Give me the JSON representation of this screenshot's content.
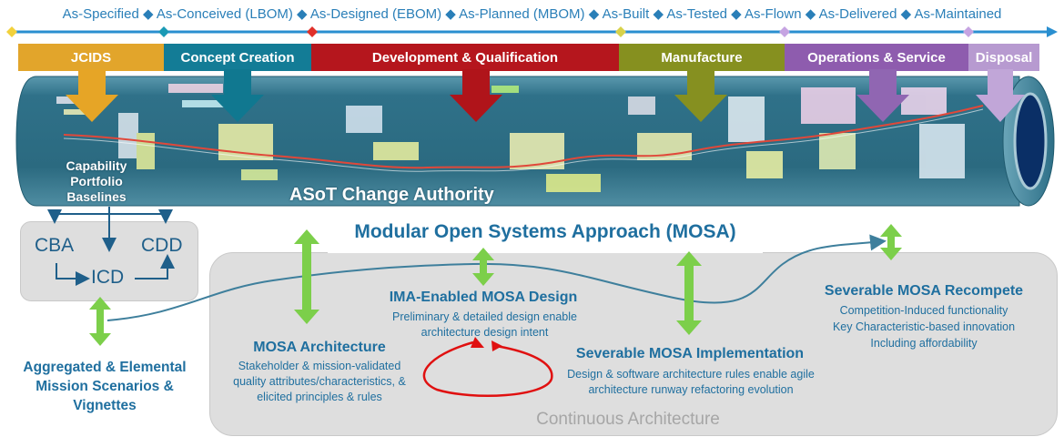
{
  "lifecycle_banner": "As-Specified ◆ As-Conceived (LBOM) ◆ As-Designed (EBOM) ◆ As-Planned (MBOM) ◆ As-Built ◆ As-Tested ◆ As-Flown ◆ As-Delivered ◆ As-Maintained",
  "phases": [
    {
      "label": "JCIDS",
      "color": "#e2a52b"
    },
    {
      "label": "Concept Creation",
      "color": "#137c96"
    },
    {
      "label": "Development & Qualification",
      "color": "#b5161d"
    },
    {
      "label": "Manufacture",
      "color": "#86901f"
    },
    {
      "label": "Operations & Service",
      "color": "#8e5cae"
    },
    {
      "label": "Disposal",
      "color": "#b79ad0"
    }
  ],
  "tube": {
    "capability": "Capability Portfolio Baselines",
    "change_authority": "ASoT Change Authority"
  },
  "left_box": {
    "cba": "CBA",
    "cdd": "CDD",
    "icd": "ICD"
  },
  "mosa_title": "Modular Open Systems Approach (MOSA)",
  "mission": "Aggregated & Elemental Mission Scenarios & Vignettes",
  "nodes": {
    "architecture": {
      "title": "MOSA Architecture",
      "text": "Stakeholder & mission-validated quality attributes/characteristics, & elicited principles & rules"
    },
    "design": {
      "title": "IMA-Enabled MOSA Design",
      "text": "Preliminary & detailed design enable architecture design intent"
    },
    "implementation": {
      "title": "Severable MOSA Implementation",
      "text": "Design & software architecture rules enable agile architecture runway refactoring evolution"
    },
    "recompete": {
      "title": "Severable MOSA Recompete",
      "text1": "Competition-Induced functionality",
      "text2": "Key Characteristic-based innovation",
      "text3": "Including affordability"
    }
  },
  "continuous": "Continuous Architecture",
  "colors": {
    "tube": "#2d6f87",
    "green_arrow": "#7ccf4a",
    "red_loop": "#e01010",
    "text_blue": "#1f6f9f"
  }
}
